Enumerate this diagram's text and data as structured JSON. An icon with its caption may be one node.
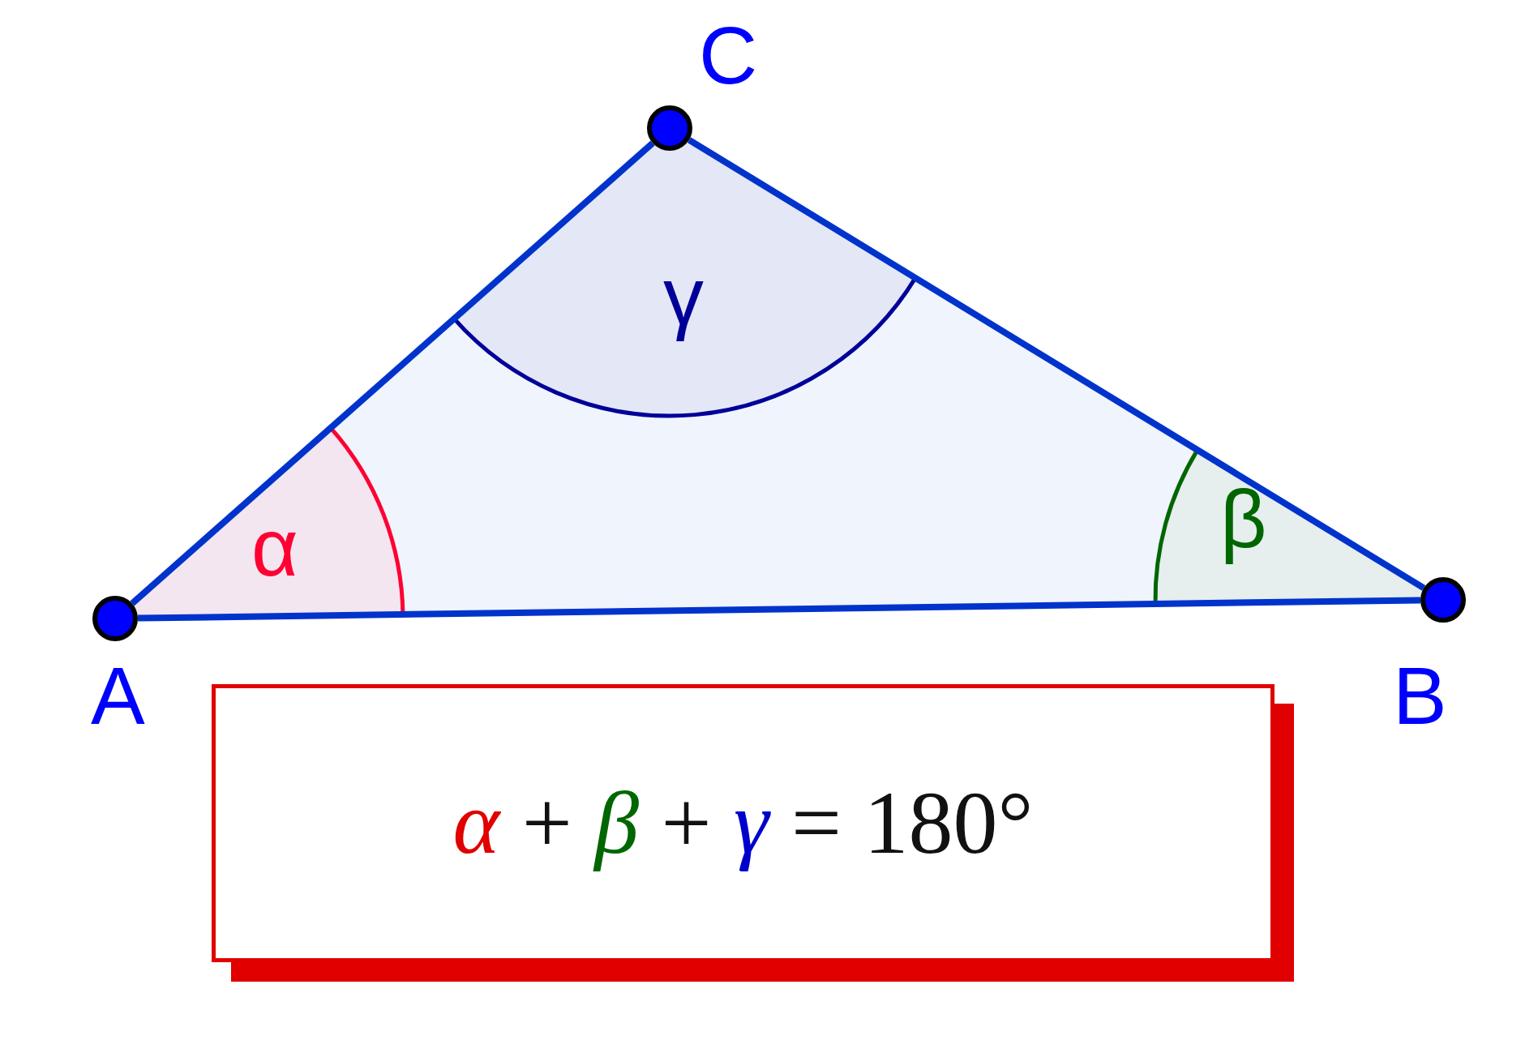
{
  "diagram": {
    "nodes": [
      {
        "text": [
          "A"
        ]
      },
      {
        "text": [
          "B"
        ]
      },
      {
        "text": [
          "C"
        ]
      },
      {
        "text": [
          "α + β + γ = 180°"
        ]
      }
    ],
    "edges": [
      {
        "from": 0,
        "to": 2,
        "arrow": "none"
      },
      {
        "from": 2,
        "to": 1,
        "arrow": "none"
      },
      {
        "from": 0,
        "to": 1,
        "arrow": "none"
      }
    ],
    "labels": [
      "γ",
      "β",
      "α"
    ]
  }
}
